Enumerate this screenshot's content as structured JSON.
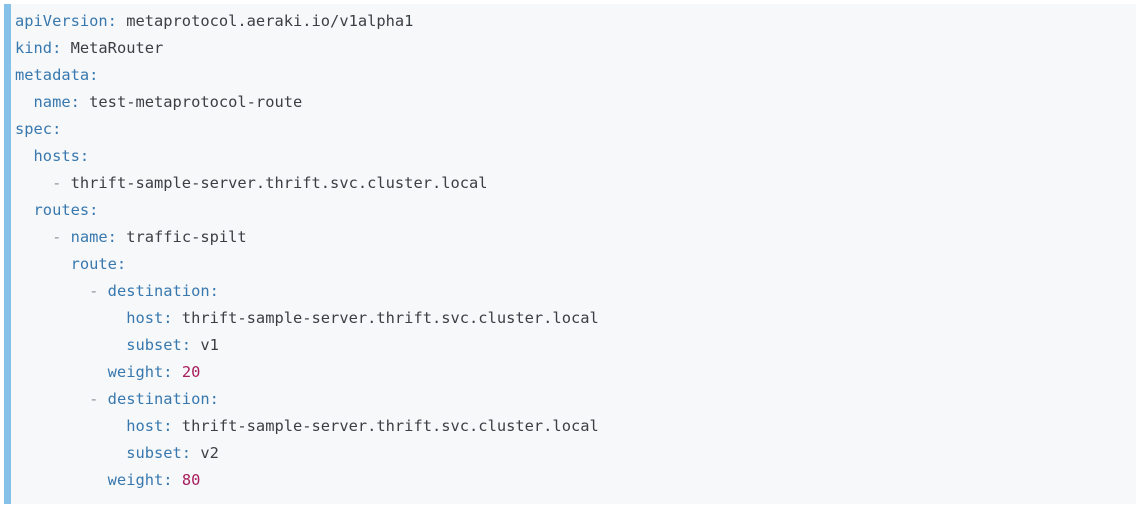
{
  "page": {
    "background": "#ffffff"
  },
  "code_block": {
    "language": "yaml",
    "background": "#f6f8fa",
    "accent_bar_color": "#85c1e9",
    "token_colors": {
      "key": "#3878ae",
      "value": "#3b3f44",
      "number": "#a71d5d",
      "punct": "#8d969e"
    },
    "lines": [
      [
        [
          "apiVersion:",
          "key"
        ],
        [
          " metaprotocol.aeraki.io/v1alpha1",
          "value"
        ]
      ],
      [
        [
          "kind:",
          "key"
        ],
        [
          " MetaRouter",
          "value"
        ]
      ],
      [
        [
          "metadata:",
          "key"
        ]
      ],
      [
        [
          "  name:",
          "key"
        ],
        [
          " test-metaprotocol-route",
          "value"
        ]
      ],
      [
        [
          "spec:",
          "key"
        ]
      ],
      [
        [
          "  hosts:",
          "key"
        ]
      ],
      [
        [
          "    - ",
          "punct"
        ],
        [
          "thrift-sample-server.thrift.svc.cluster.local",
          "value"
        ]
      ],
      [
        [
          "  routes:",
          "key"
        ]
      ],
      [
        [
          "    - ",
          "punct"
        ],
        [
          "name:",
          "key"
        ],
        [
          " traffic-spilt",
          "value"
        ]
      ],
      [
        [
          "      route:",
          "key"
        ]
      ],
      [
        [
          "        - ",
          "punct"
        ],
        [
          "destination:",
          "key"
        ]
      ],
      [
        [
          "            host:",
          "key"
        ],
        [
          " thrift-sample-server.thrift.svc.cluster.local",
          "value"
        ]
      ],
      [
        [
          "            subset:",
          "key"
        ],
        [
          " v1",
          "value"
        ]
      ],
      [
        [
          "          weight:",
          "key"
        ],
        [
          " ",
          "value"
        ],
        [
          "20",
          "number"
        ]
      ],
      [
        [
          "        - ",
          "punct"
        ],
        [
          "destination:",
          "key"
        ]
      ],
      [
        [
          "            host:",
          "key"
        ],
        [
          " thrift-sample-server.thrift.svc.cluster.local",
          "value"
        ]
      ],
      [
        [
          "            subset:",
          "key"
        ],
        [
          " v2",
          "value"
        ]
      ],
      [
        [
          "          weight:",
          "key"
        ],
        [
          " ",
          "value"
        ],
        [
          "80",
          "number"
        ]
      ]
    ]
  }
}
